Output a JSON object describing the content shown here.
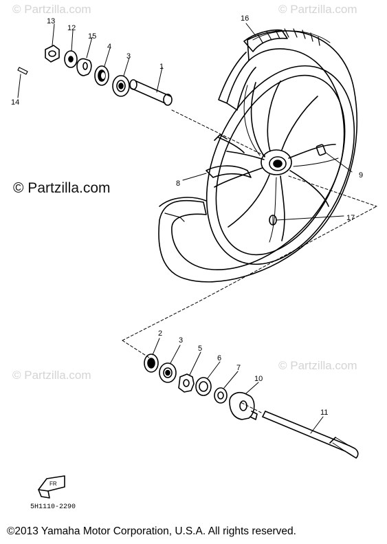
{
  "watermark_text": "© Partzilla.com",
  "watermark_main": "© Partzilla.com",
  "diagram_code": "5H1110-2290",
  "copyright": "©2013  Yamaha Motor Corporation, U.S.A. All rights reserved.",
  "callouts": {
    "c1": "1",
    "c2": "2",
    "c3a": "3",
    "c3b": "3",
    "c4": "4",
    "c5": "5",
    "c6": "6",
    "c7": "7",
    "c8": "8",
    "c9": "9",
    "c10": "10",
    "c11": "11",
    "c12": "12",
    "c13": "13",
    "c14": "14",
    "c15": "15",
    "c16": "16",
    "c17": "17"
  },
  "colors": {
    "line": "#000000",
    "watermark": "#d4d4d4",
    "background": "#ffffff"
  }
}
